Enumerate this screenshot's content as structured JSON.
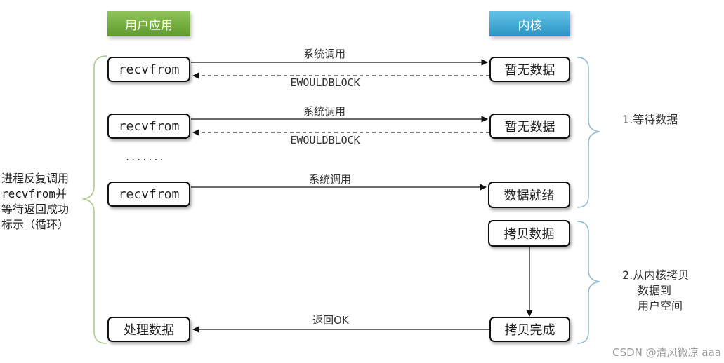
{
  "headers": {
    "user_app": "用户应用",
    "kernel": "内核"
  },
  "rounds": [
    {
      "user_label": "recvfrom",
      "call_label": "系统调用",
      "kernel_label": "暂无数据",
      "return_label": "EWOULDBLOCK"
    },
    {
      "user_label": "recvfrom",
      "call_label": "系统调用",
      "kernel_label": "暂无数据",
      "return_label": "EWOULDBLOCK"
    },
    {
      "user_label": "recvfrom",
      "call_label": "系统调用",
      "kernel_label": "数据就绪"
    }
  ],
  "ellipsis": ".......",
  "copy": {
    "start_label": "拷贝数据",
    "done_label": "拷贝完成",
    "return_label": "返回OK",
    "user_result": "处理数据"
  },
  "left_note": {
    "line1": "进程反复调用",
    "line2_mono": "recvfrom",
    "line2_rest": "并",
    "line3": "等待返回成功",
    "line4": "标示（循环）"
  },
  "phases": [
    {
      "line1": "1.等待数据"
    },
    {
      "line1": "2.从内核拷贝",
      "line2": "数据到",
      "line3": "用户空间"
    }
  ],
  "watermark": "CSDN @清风微凉 aaa"
}
